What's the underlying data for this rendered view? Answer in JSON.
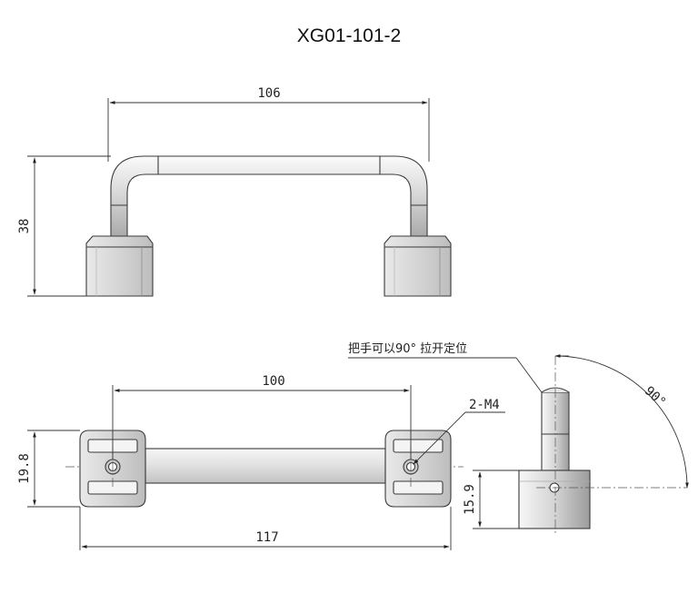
{
  "title": "XG01-101-2",
  "dimensions": {
    "top_width": "106",
    "top_height": "38",
    "bottom_hole_spacing": "100",
    "bottom_overall_length": "117",
    "bottom_height": "19.8",
    "side_height": "15.9",
    "angle": "90°"
  },
  "labels": {
    "thread_callout": "2-M4",
    "rotation_note": "把手可以90° 拉开定位"
  },
  "colors": {
    "metal_light": "#f2f2f2",
    "metal_mid": "#cfcfcf",
    "metal_dark": "#9a9a9a",
    "outline": "#3a3a3a"
  }
}
